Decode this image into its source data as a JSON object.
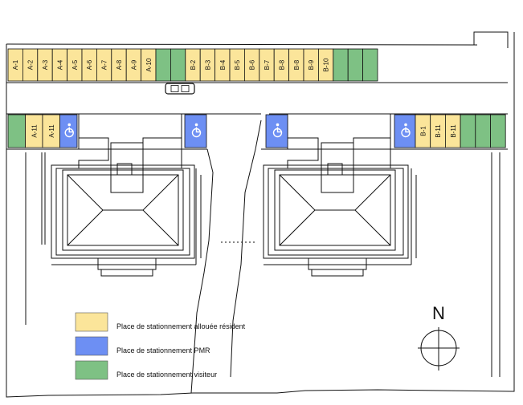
{
  "colors": {
    "resident": "#fbe59a",
    "pmr": "#6d8ff3",
    "visitor": "#7ec184",
    "line": "#111111"
  },
  "parking": {
    "top_row": [
      {
        "label": "A-1",
        "kind": "resident"
      },
      {
        "label": "A-2",
        "kind": "resident"
      },
      {
        "label": "A-3",
        "kind": "resident"
      },
      {
        "label": "A-4",
        "kind": "resident"
      },
      {
        "label": "A-5",
        "kind": "resident"
      },
      {
        "label": "A-6",
        "kind": "resident"
      },
      {
        "label": "A-7",
        "kind": "resident"
      },
      {
        "label": "A-8",
        "kind": "resident"
      },
      {
        "label": "A-9",
        "kind": "resident"
      },
      {
        "label": "A-10",
        "kind": "resident"
      },
      {
        "label": "",
        "kind": "visitor"
      },
      {
        "label": "",
        "kind": "visitor"
      },
      {
        "label": "B-2",
        "kind": "resident"
      },
      {
        "label": "B-3",
        "kind": "resident"
      },
      {
        "label": "B-4",
        "kind": "resident"
      },
      {
        "label": "B-5",
        "kind": "resident"
      },
      {
        "label": "B-6",
        "kind": "resident"
      },
      {
        "label": "B-7",
        "kind": "resident"
      },
      {
        "label": "B-8",
        "kind": "resident"
      },
      {
        "label": "B-8",
        "kind": "resident"
      },
      {
        "label": "B-9",
        "kind": "resident"
      },
      {
        "label": "B-10",
        "kind": "resident"
      },
      {
        "label": "",
        "kind": "visitor"
      },
      {
        "label": "",
        "kind": "visitor"
      },
      {
        "label": "",
        "kind": "visitor"
      }
    ],
    "left_row": [
      {
        "label": "",
        "kind": "visitor"
      },
      {
        "label": "A-11",
        "kind": "resident"
      },
      {
        "label": "A-11",
        "kind": "resident"
      },
      {
        "label": "",
        "kind": "pmr"
      }
    ],
    "mid_left": [
      {
        "label": "",
        "kind": "pmr"
      }
    ],
    "mid_right": [
      {
        "label": "",
        "kind": "pmr"
      }
    ],
    "right_row": [
      {
        "label": "",
        "kind": "pmr"
      },
      {
        "label": "B-1",
        "kind": "resident"
      },
      {
        "label": "B-11",
        "kind": "resident"
      },
      {
        "label": "B-11",
        "kind": "resident"
      },
      {
        "label": "",
        "kind": "visitor"
      },
      {
        "label": "",
        "kind": "visitor"
      },
      {
        "label": "",
        "kind": "visitor"
      }
    ]
  },
  "legend": [
    {
      "kind": "resident",
      "text": "Place de stationnement allouée résident"
    },
    {
      "kind": "pmr",
      "text": "Place de stationnement PMR"
    },
    {
      "kind": "visitor",
      "text": "Place de stationnement visiteur"
    }
  ],
  "compass": {
    "label": "N"
  },
  "icons": {
    "wheelchair": "wheelchair-icon",
    "car": "car-icon"
  }
}
